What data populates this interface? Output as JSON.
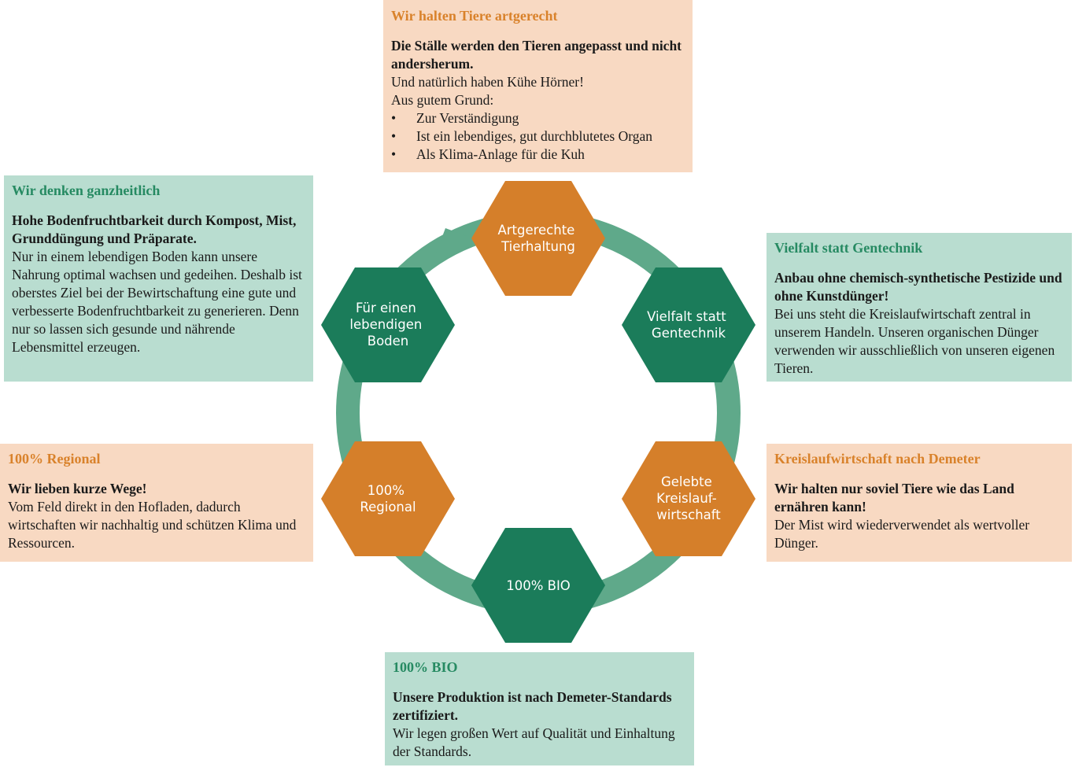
{
  "colors": {
    "orange_hex": "#d57f2a",
    "green_hex": "#1b7c5a",
    "ring": "#5fa98a",
    "orange_card": "#f8d9c2",
    "green_card": "#b9ddd0"
  },
  "cycle": {
    "hexagons": [
      {
        "id": "artgerecht",
        "lines": [
          "Artgerechte",
          "Tierhaltung"
        ],
        "color": "orange"
      },
      {
        "id": "vielfalt",
        "lines": [
          "Vielfalt statt",
          "Gentechnik"
        ],
        "color": "green"
      },
      {
        "id": "kreislauf",
        "lines": [
          "Gelebte",
          "Kreislauf-",
          "wirtschaft"
        ],
        "color": "orange"
      },
      {
        "id": "bio",
        "lines": [
          "100% BIO"
        ],
        "color": "green"
      },
      {
        "id": "regional",
        "lines": [
          "100%",
          "Regional"
        ],
        "color": "orange"
      },
      {
        "id": "boden",
        "lines": [
          "Für einen",
          "lebendigen",
          "Boden"
        ],
        "color": "green"
      }
    ]
  },
  "cards": {
    "tiere": {
      "title": "Wir halten Tiere artgerecht",
      "lead": "Die Ställe werden den Tieren angepasst und nicht andersherum.",
      "body": "Und natürlich haben Kühe Hörner!\nAus gutem Grund:",
      "bullets": [
        "Zur Verständigung",
        "Ist ein lebendiges, gut durchblutetes Organ",
        "Als Klima-Anlage für die Kuh"
      ]
    },
    "ganzheitlich": {
      "title": "Wir denken ganzheitlich",
      "lead": "Hohe Bodenfruchtbarkeit durch Kompost, Mist, Grunddüngung und Präparate.",
      "body": "Nur in einem lebendigen Boden kann unsere Nahrung optimal wachsen und gedeihen. Deshalb ist oberstes Ziel bei der Bewirtschaftung eine gute und verbesserte Bodenfruchtbarkeit zu generieren. Denn nur so lassen sich gesunde und nährende Lebensmittel erzeugen."
    },
    "vielfalt": {
      "title": "Vielfalt statt Gentechnik",
      "lead": "Anbau ohne chemisch-synthetische Pestizide und ohne Kunstdünger!",
      "body": "Bei uns steht die Kreislaufwirtschaft zentral in unserem Handeln. Unseren organischen Dünger verwenden wir ausschließlich von unseren eigenen Tieren."
    },
    "regional": {
      "title": "100% Regional",
      "lead": "Wir lieben kurze Wege!",
      "body": "Vom Feld direkt in den Hofladen, dadurch wirtschaften wir nachhaltig und schützen Klima und Ressourcen."
    },
    "kreislauf": {
      "title": "Kreislaufwirtschaft nach Demeter",
      "lead": "Wir halten nur soviel Tiere wie das Land ernähren kann!",
      "body": "Der Mist wird wiederverwendet als wertvoller Dünger."
    },
    "bio": {
      "title": "100% BIO",
      "lead": "Unsere Produktion ist nach Demeter-Standards zertifiziert.",
      "body": "Wir legen großen Wert auf Qualität und Einhaltung der Standards."
    }
  }
}
